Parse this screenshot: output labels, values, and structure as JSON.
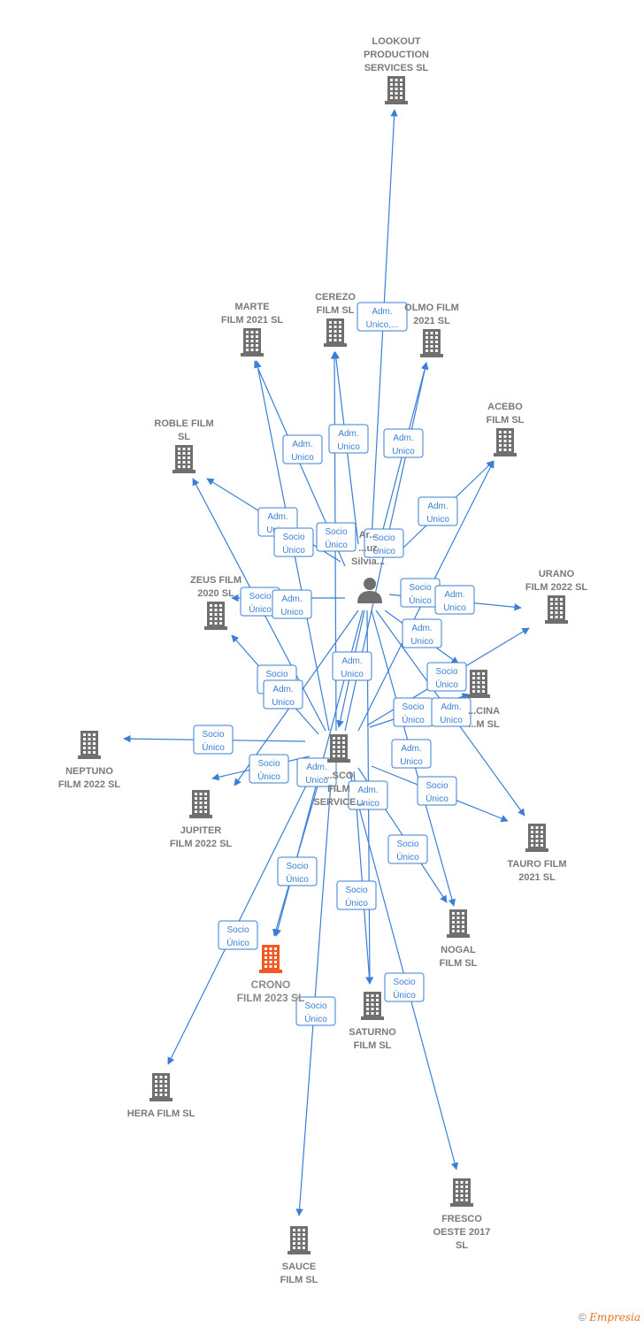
{
  "center_person": {
    "name_lines": [
      "Ar...",
      "...uz",
      "Silvia..."
    ]
  },
  "center_company": {
    "name_lines": [
      "...SCO",
      "FILM",
      "SERVICE..."
    ]
  },
  "companies": [
    {
      "id": "lookout",
      "label_lines": [
        "LOOKOUT",
        "PRODUCTION",
        "SERVICES SL"
      ]
    },
    {
      "id": "marte",
      "label_lines": [
        "MARTE",
        "FILM 2021  SL"
      ]
    },
    {
      "id": "cerezo",
      "label_lines": [
        "CEREZO",
        "FILM  SL"
      ]
    },
    {
      "id": "olmo",
      "label_lines": [
        "OLMO FILM",
        "2021  SL"
      ]
    },
    {
      "id": "acebo",
      "label_lines": [
        "ACEBO",
        "FILM  SL"
      ]
    },
    {
      "id": "roble",
      "label_lines": [
        "ROBLE FILM",
        "SL"
      ]
    },
    {
      "id": "urano",
      "label_lines": [
        "URANO",
        "FILM 2022  SL"
      ]
    },
    {
      "id": "zeus",
      "label_lines": [
        "ZEUS FILM",
        "2020  SL"
      ]
    },
    {
      "id": "encina",
      "label_lines": [
        "...CINA",
        "...M  SL"
      ]
    },
    {
      "id": "neptuno",
      "label_lines": [
        "NEPTUNO",
        "FILM 2022  SL"
      ]
    },
    {
      "id": "jupiter",
      "label_lines": [
        "JUPITER",
        "FILM 2022  SL"
      ]
    },
    {
      "id": "tauro",
      "label_lines": [
        "TAURO FILM",
        "2021  SL"
      ]
    },
    {
      "id": "nogal",
      "label_lines": [
        "NOGAL",
        "FILM  SL"
      ]
    },
    {
      "id": "crono",
      "label_lines": [
        "CRONO",
        "FILM 2023  SL"
      ]
    },
    {
      "id": "saturno",
      "label_lines": [
        "SATURNO",
        "FILM  SL"
      ]
    },
    {
      "id": "hera",
      "label_lines": [
        "HERA FILM  SL"
      ]
    },
    {
      "id": "fresco",
      "label_lines": [
        "FRESCO",
        "OESTE 2017",
        "SL"
      ]
    },
    {
      "id": "sauce",
      "label_lines": [
        "SAUCE",
        "FILM  SL"
      ]
    }
  ],
  "edge_labels": [
    [
      "Adm.",
      "Unico,..."
    ],
    [
      "Adm.",
      "Unico"
    ],
    [
      "Adm.",
      "Unico"
    ],
    [
      "Adm.",
      "Unico"
    ],
    [
      "Adm.",
      "Unico"
    ],
    [
      "Adm.",
      "Unico"
    ],
    [
      "Socio",
      "Único"
    ],
    [
      "Socio",
      "Único"
    ],
    [
      "Socio",
      "Único"
    ],
    [
      "Socio",
      "Único"
    ],
    [
      "Adm.",
      "Unico"
    ],
    [
      "Socio",
      "Único"
    ],
    [
      "Adm.",
      "Unico"
    ],
    [
      "Adm.",
      "Unico"
    ],
    [
      "Adm.",
      "Unico"
    ],
    [
      "Socio",
      "Único"
    ],
    [
      "Adm.",
      "Unico"
    ],
    [
      "Socio",
      "Único"
    ],
    [
      "Socio",
      "Único"
    ],
    [
      "Adm.",
      "Unico"
    ],
    [
      "Socio",
      "Único"
    ],
    [
      "Adm.",
      "Unico"
    ],
    [
      "Socio",
      "Único"
    ],
    [
      "Adm.",
      "Unico"
    ],
    [
      "Socio",
      "Único"
    ],
    [
      "Adm.",
      "Unico"
    ],
    [
      "Socio",
      "Único"
    ],
    [
      "Socio",
      "Único"
    ],
    [
      "Socio",
      "Único"
    ],
    [
      "Socio",
      "Único"
    ],
    [
      "Socio",
      "Único"
    ],
    [
      "Socio",
      "Único"
    ]
  ],
  "colors": {
    "edge": "#3a7fd5",
    "building": "#6f6f6f",
    "highlight": "#f05a22"
  },
  "footer": {
    "copyright": "©",
    "brand": "Empresia"
  }
}
